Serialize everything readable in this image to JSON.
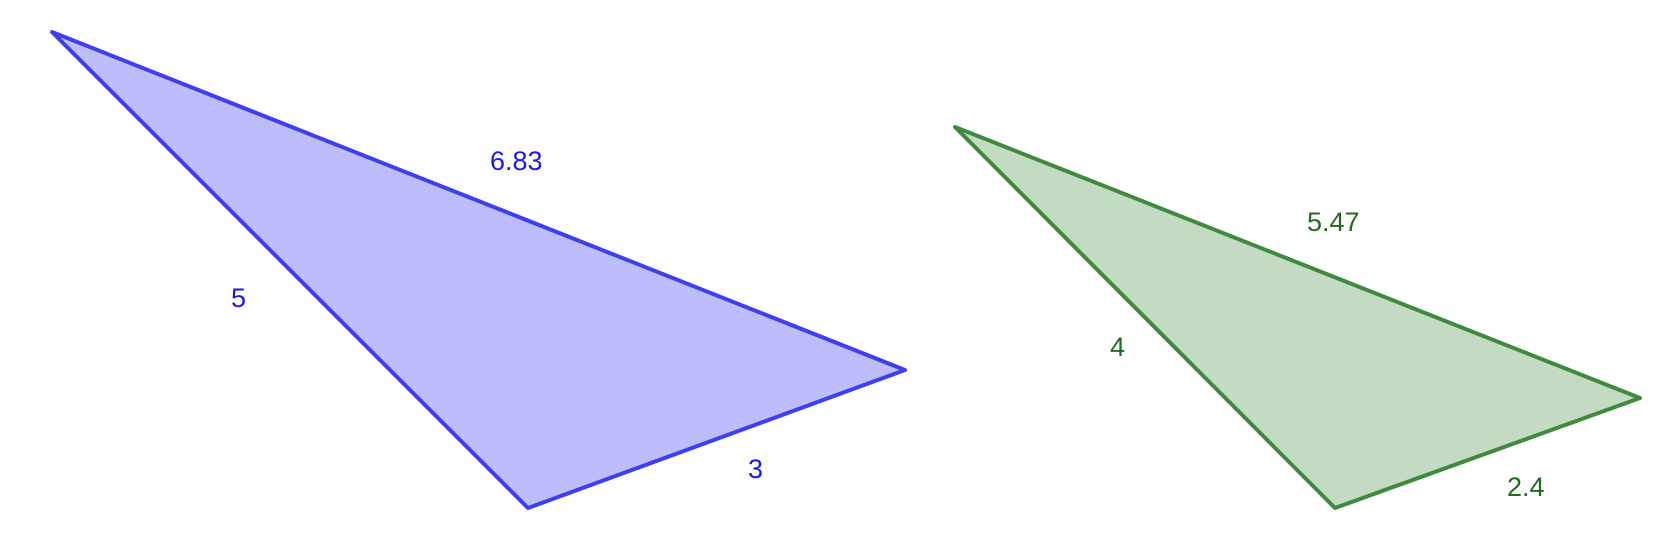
{
  "triangles": [
    {
      "id": "blue",
      "stroke_color": "#3f3ff0",
      "fill_color": "#bdbdfd",
      "label_color": "#1a1af0",
      "side_labels": [
        "6.83",
        "5",
        "3"
      ]
    },
    {
      "id": "green",
      "stroke_color": "#3f8a3f",
      "fill_color": "#c2dbc2",
      "label_color": "#1f6b1f",
      "side_labels": [
        "5.47",
        "4",
        "2.4"
      ]
    }
  ]
}
